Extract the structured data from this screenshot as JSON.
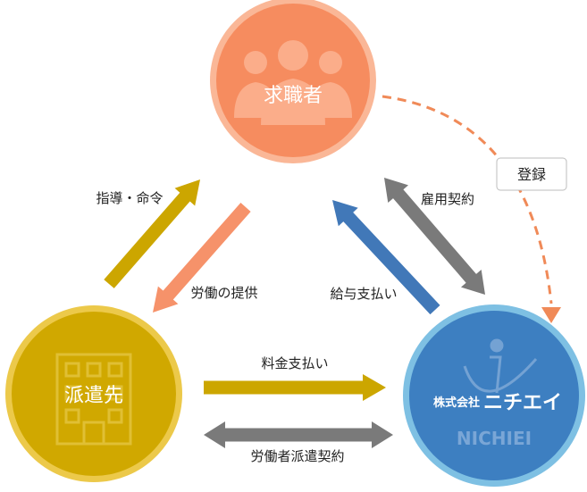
{
  "nodes": {
    "jobseeker": {
      "label": "求職者",
      "color": "#f68c5f",
      "ring": "#fab797",
      "icon": "people-icon"
    },
    "client": {
      "label": "派遣先",
      "color": "#d0a800",
      "ring": "#ecc94a",
      "icon": "building-icon"
    },
    "agency": {
      "company_prefix": "株式会社",
      "company_name": "ニチエイ",
      "logo_text": "NICHIEI",
      "color": "#3d7fc1",
      "ring": "#7ec0e3",
      "icon": "nichiei-logo-icon"
    }
  },
  "relations": {
    "instruction": {
      "label": "指導・命令",
      "color": "#cca600"
    },
    "labor_provision": {
      "label": "労働の提供",
      "color": "#f6926a"
    },
    "salary_payment": {
      "label": "給与支払い",
      "color": "#4178b8"
    },
    "employment_contract": {
      "label": "雇用契約",
      "color": "#7a7a7a"
    },
    "registration": {
      "label": "登録",
      "color": "#f08a58"
    },
    "fee_payment": {
      "label": "料金支払い",
      "color": "#cca600"
    },
    "dispatch_contract": {
      "label": "労働者派遣契約",
      "color": "#7a7a7a"
    }
  }
}
